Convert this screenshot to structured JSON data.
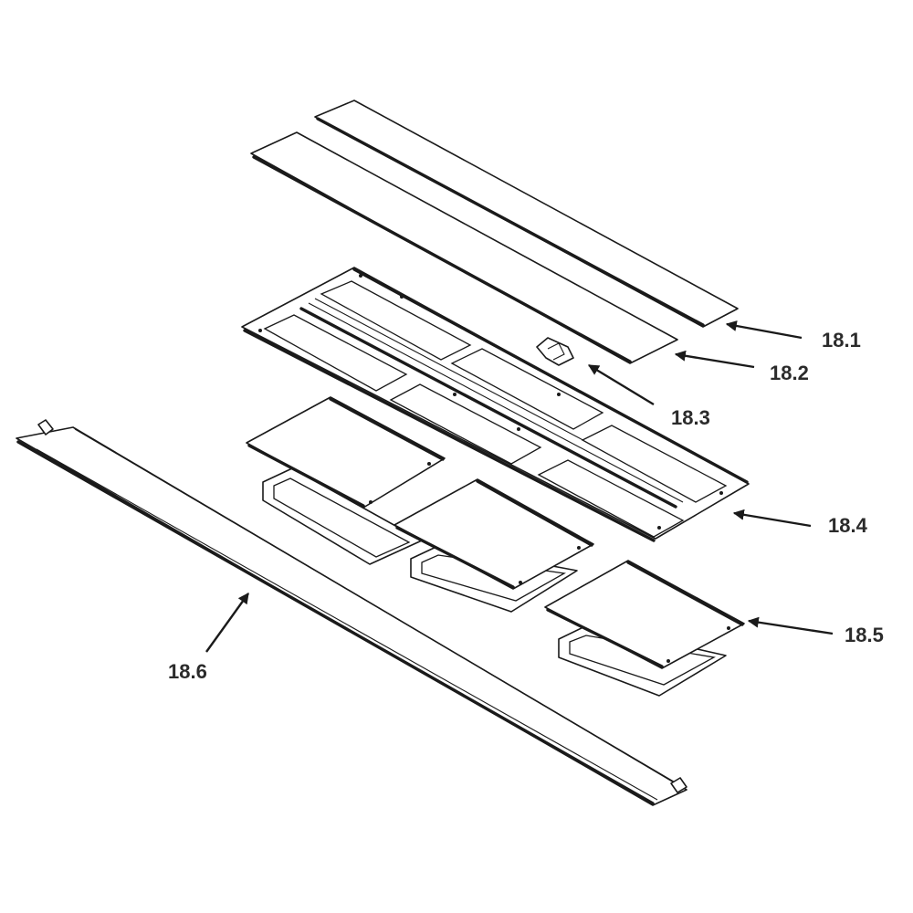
{
  "diagram": {
    "callouts": [
      {
        "id": "1",
        "label": "18.1"
      },
      {
        "id": "2",
        "label": "18.2"
      },
      {
        "id": "3",
        "label": "18.3"
      },
      {
        "id": "4",
        "label": "18.4"
      },
      {
        "id": "5",
        "label": "18.5"
      },
      {
        "id": "6",
        "label": "18.6"
      }
    ]
  }
}
